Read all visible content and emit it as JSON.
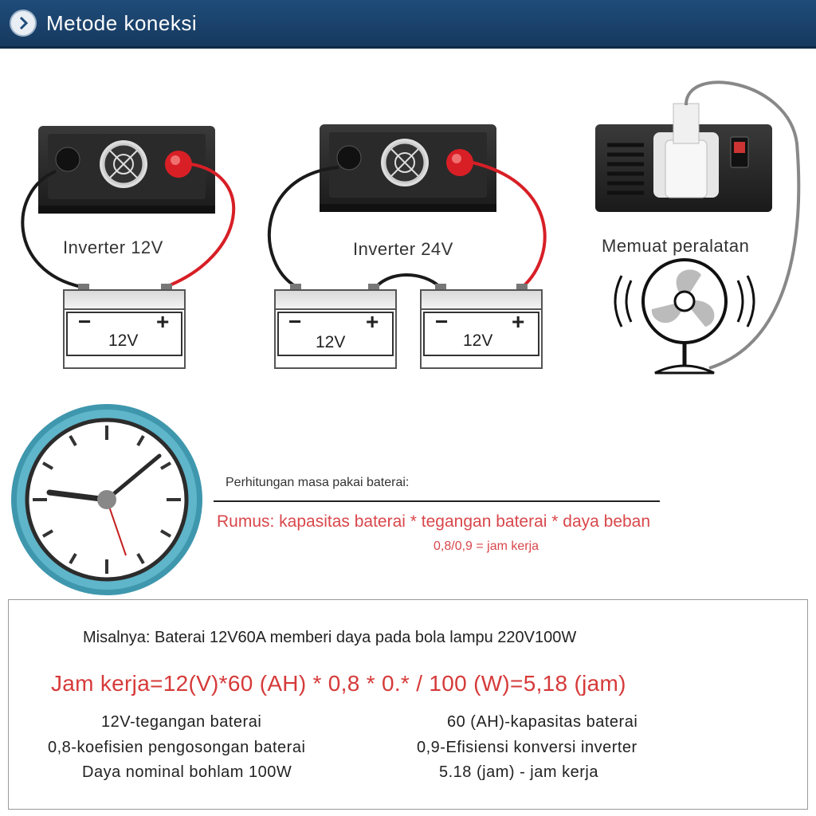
{
  "header": {
    "title": "Metode koneksi",
    "icon": "chevron-right-icon"
  },
  "diagram": {
    "inverter_12v_label": "Inverter 12V",
    "inverter_24v_label": "Inverter 24V",
    "load_label": "Memuat peralatan",
    "battery_voltage": "12V",
    "minus": "−",
    "plus": "+"
  },
  "calculation": {
    "title": "Perhitungan masa pakai baterai:",
    "formula_line1": "Rumus: kapasitas baterai * tegangan baterai * daya beban",
    "formula_line2": "0,8/0,9 = jam kerja"
  },
  "example": {
    "intro": "Misalnya: Baterai 12V60A memberi daya pada bola lampu 220V100W",
    "equation": "Jam kerja=12(V)*60 (AH) * 0,8 * 0.* / 100 (W)=5,18 (jam)",
    "definitions": [
      "12V-tegangan baterai",
      "60 (AH)-kapasitas baterai",
      "0,8-koefisien pengosongan baterai",
      "0,9-Efisiensi konversi inverter",
      "Daya nominal bohlam 100W",
      "5.18 (jam) - jam kerja"
    ]
  },
  "colors": {
    "header_bg": "#1f4c7a",
    "formula_red": "#d9474b",
    "cable_red": "#e02424",
    "clock_ring": "#3f97ad"
  }
}
